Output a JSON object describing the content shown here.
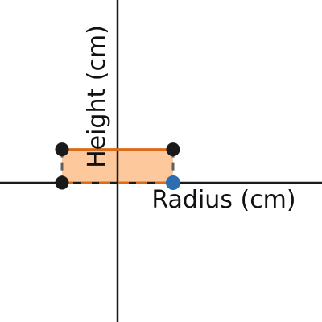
{
  "axes": {
    "x_label": "Radius (cm)",
    "y_label": "Height (cm)"
  },
  "shape": {
    "type": "rectangle",
    "radius": 1,
    "height": 0.6,
    "x_range": [
      -1,
      1
    ],
    "fill_color": "#fdc89b",
    "edge_color": "#d96b1a",
    "side_color": "#606060"
  },
  "points": {
    "corner_color": "#1a1a1a",
    "radius_handle_color": "#2f6db3",
    "radius_handle": {
      "x": 1,
      "y": 0
    }
  },
  "colors": {
    "axis": "#1a1a1a",
    "background": "#ffffff"
  }
}
